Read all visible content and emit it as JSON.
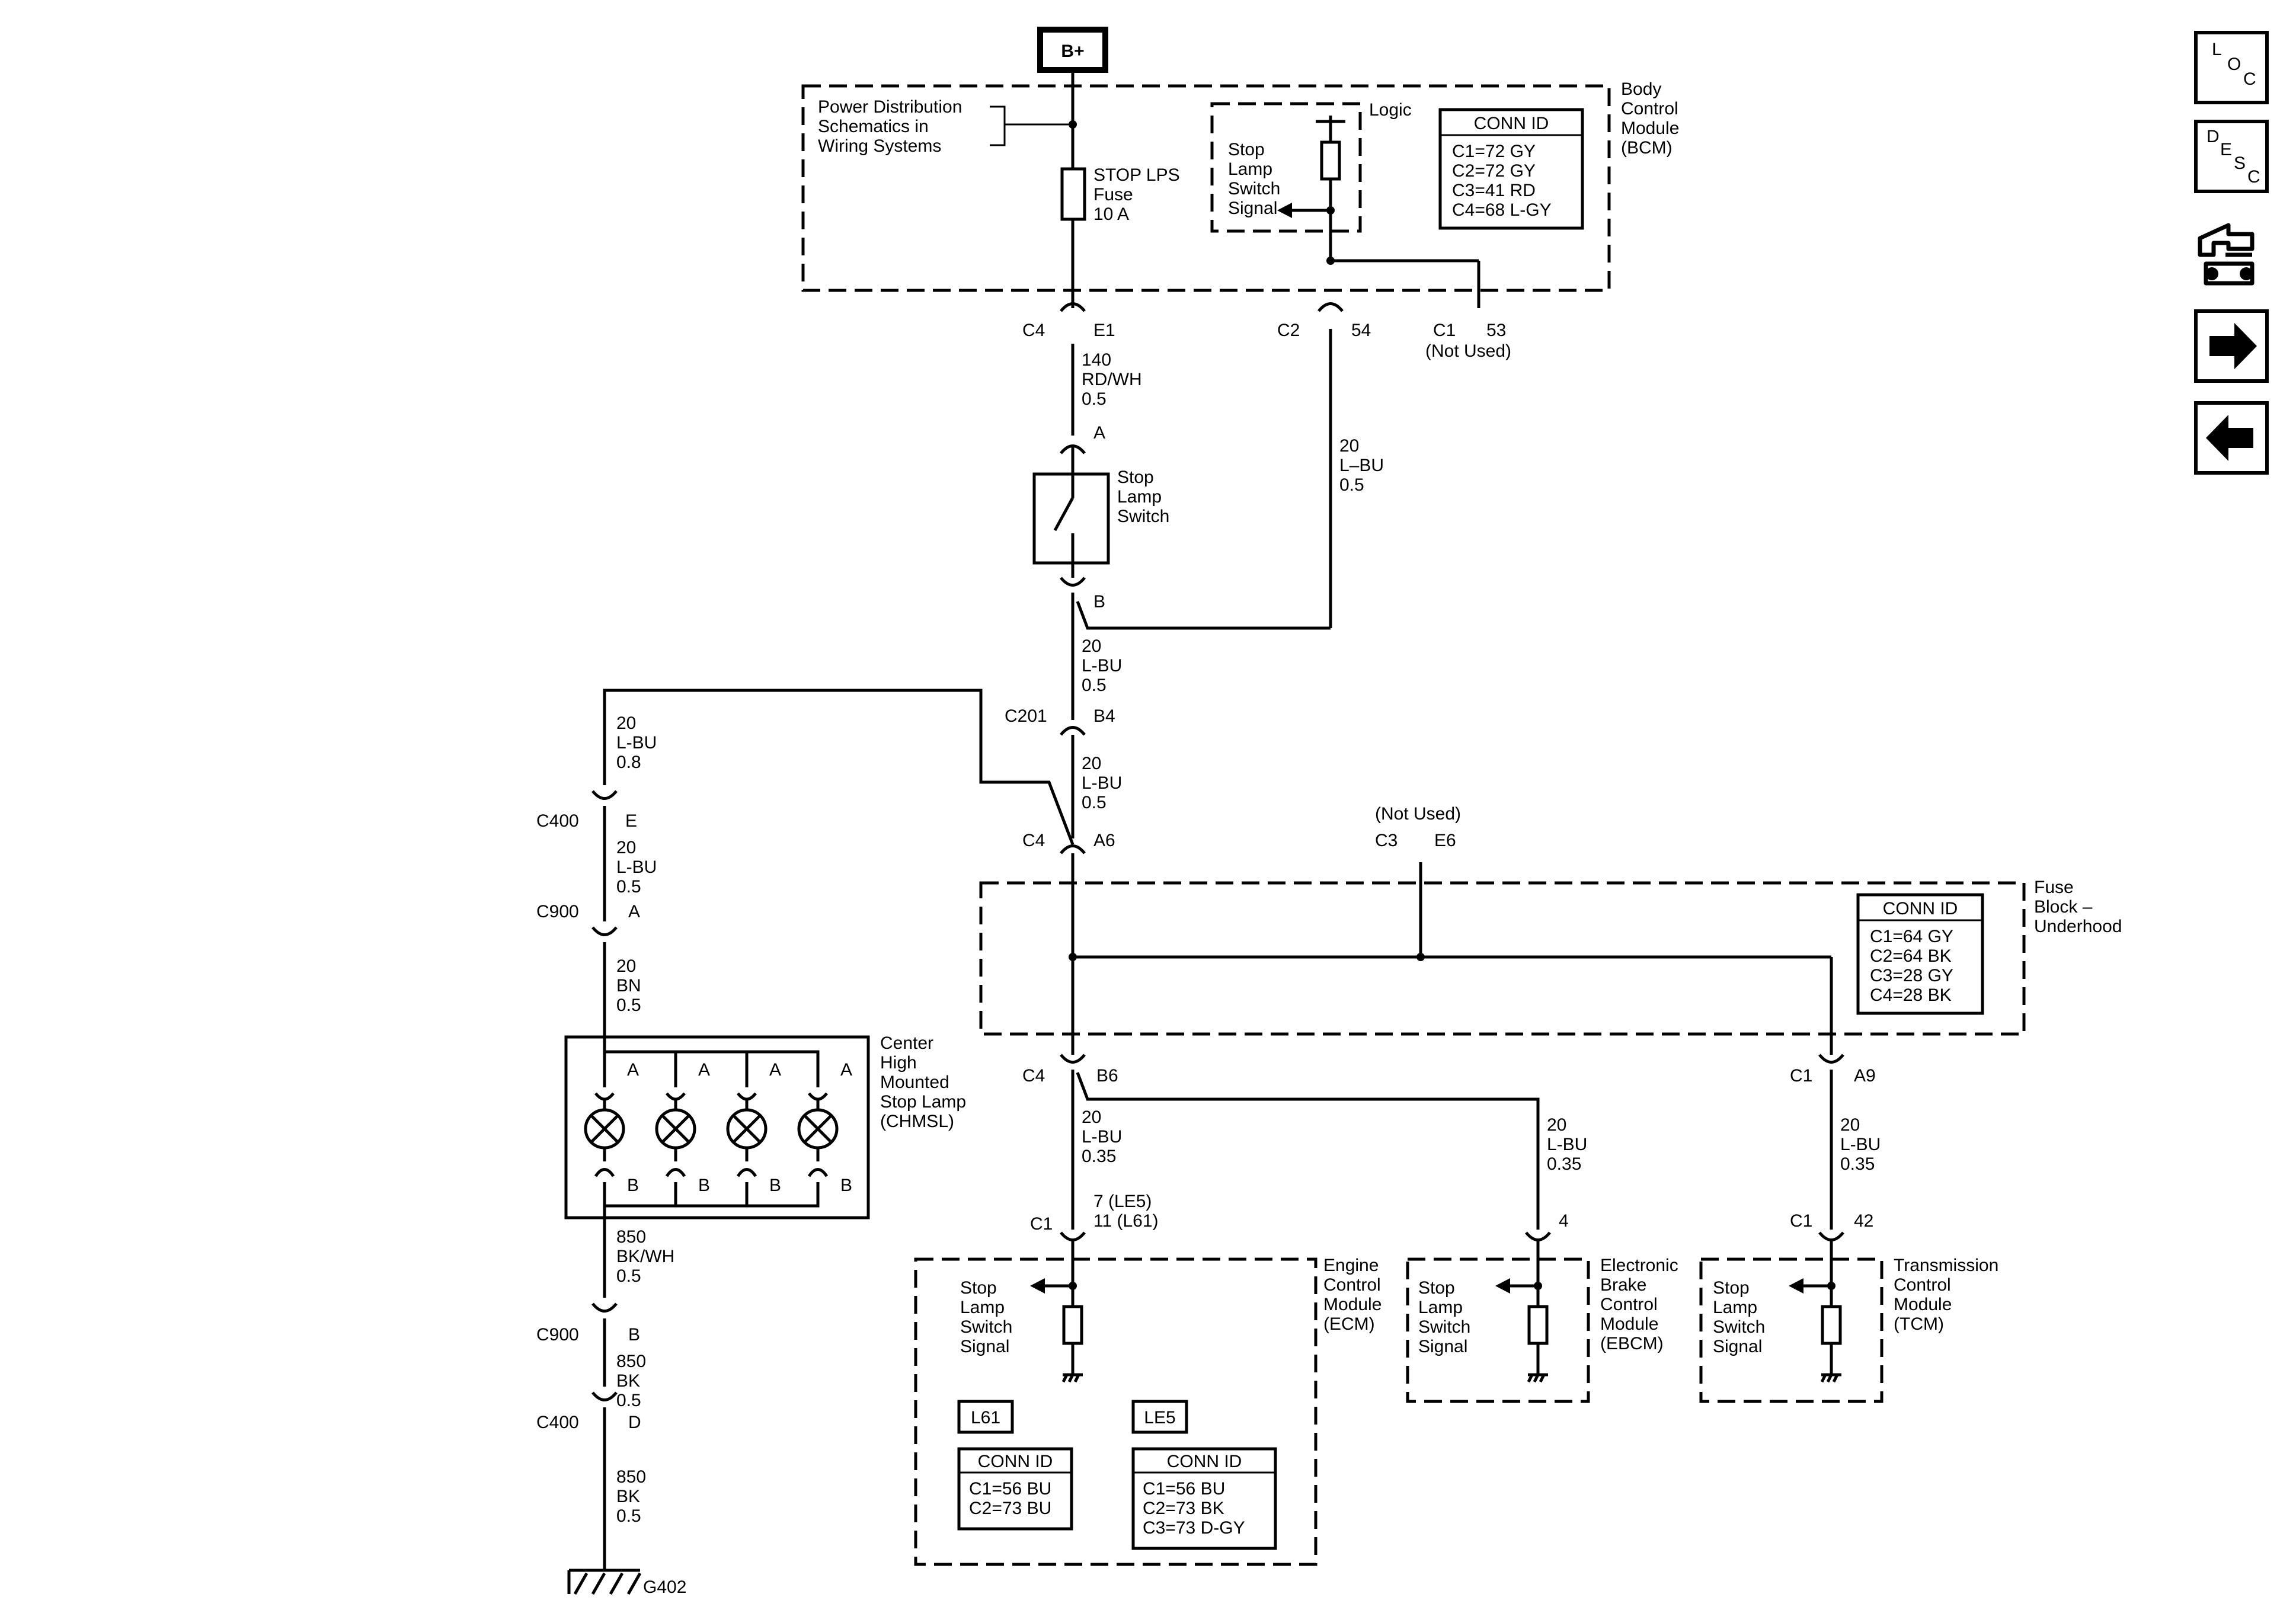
{
  "power": {
    "label": "B+"
  },
  "bcm": {
    "title": [
      "Body",
      "Control",
      "Module",
      "(BCM)"
    ],
    "logic_label": "Logic",
    "power_dist_note": [
      "Power Distribution",
      "Schematics in",
      "Wiring Systems"
    ],
    "fuse": [
      "STOP LPS",
      "Fuse",
      "10 A"
    ],
    "signal": [
      "Stop",
      "Lamp",
      "Switch",
      "Signal"
    ],
    "conn_id": {
      "header": "CONN ID",
      "rows": [
        "C1=72 GY",
        "C2=72 GY",
        "C3=41 RD",
        "C4=68 L-GY"
      ]
    },
    "pin_e1": {
      "conn": "C4",
      "pin": "E1"
    },
    "pin_54": {
      "conn": "C2",
      "pin": "54"
    },
    "pin_53": {
      "conn": "C1",
      "pin": "53",
      "note": "(Not Used)"
    }
  },
  "wires": {
    "bcm_to_switch": [
      "140",
      "RD/WH",
      "0.5"
    ],
    "bcm_signal": [
      "20",
      "L–BU",
      "0.5"
    ],
    "switch_to_c201": [
      "20",
      "L-BU",
      "0.5"
    ],
    "c201_to_fuseblock": [
      "20",
      "L-BU",
      "0.5"
    ],
    "chmsl_feed": [
      "20",
      "L-BU",
      "0.8"
    ],
    "c400_c900": [
      "20",
      "L-BU",
      "0.5"
    ],
    "c900_chmsl": [
      "20",
      "BN",
      "0.5"
    ],
    "chmsl_ground": [
      "850",
      "BK/WH",
      "0.5"
    ],
    "c900_c400_ground": [
      "850",
      "BK",
      "0.5"
    ],
    "c400_g402": [
      "850",
      "BK",
      "0.5"
    ],
    "to_ecm": [
      "20",
      "L-BU",
      "0.35"
    ],
    "to_ebcm": [
      "20",
      "L-BU",
      "0.35"
    ],
    "to_tcm": [
      "20",
      "L-BU",
      "0.35"
    ]
  },
  "switch": {
    "label": [
      "Stop",
      "Lamp",
      "Switch"
    ],
    "pin_a": "A",
    "pin_b": "B"
  },
  "connectors": {
    "c201": {
      "conn": "C201",
      "pin": "B4"
    },
    "c4_a6": {
      "conn": "C4",
      "pin": "A6"
    },
    "c3_e6": {
      "conn": "C3",
      "pin": "E6",
      "note": "(Not Used)"
    },
    "c4_b6": {
      "conn": "C4",
      "pin": "B6"
    },
    "c1_a9": {
      "conn": "C1",
      "pin": "A9"
    },
    "c400_e": {
      "conn": "C400",
      "pin": "E"
    },
    "c900_a": {
      "conn": "C900",
      "pin": "A"
    },
    "c900_b": {
      "conn": "C900",
      "pin": "B"
    },
    "c400_d": {
      "conn": "C400",
      "pin": "D"
    },
    "ground": "G402"
  },
  "fuse_block": {
    "title": [
      "Fuse",
      "Block –",
      "Underhood"
    ],
    "conn_id": {
      "header": "CONN ID",
      "rows": [
        "C1=64 GY",
        "C2=64 BK",
        "C3=28 GY",
        "C4=28 BK"
      ]
    }
  },
  "chmsl": {
    "title": [
      "Center",
      "High",
      "Mounted",
      "Stop Lamp",
      "(CHMSL)"
    ],
    "pin_a": "A",
    "pin_b": "B"
  },
  "ecm": {
    "title": [
      "Engine",
      "Control",
      "Module",
      "(ECM)"
    ],
    "pin": {
      "conn": "C1",
      "pin": [
        "7 (LE5)",
        "11 (L61)"
      ]
    },
    "signal": [
      "Stop",
      "Lamp",
      "Switch",
      "Signal"
    ],
    "l61": {
      "tag": "L61",
      "header": "CONN ID",
      "rows": [
        "C1=56 BU",
        "C2=73 BU"
      ]
    },
    "le5": {
      "tag": "LE5",
      "header": "CONN ID",
      "rows": [
        "C1=56 BU",
        "C2=73 BK",
        "C3=73 D-GY"
      ]
    }
  },
  "ebcm": {
    "title": [
      "Electronic",
      "Brake",
      "Control",
      "Module",
      "(EBCM)"
    ],
    "pin": {
      "conn": "",
      "pin": "4"
    },
    "signal": [
      "Stop",
      "Lamp",
      "Switch",
      "Signal"
    ]
  },
  "tcm": {
    "title": [
      "Transmission",
      "Control",
      "Module",
      "(TCM)"
    ],
    "pin": {
      "conn": "C1",
      "pin": "42"
    },
    "signal": [
      "Stop",
      "Lamp",
      "Switch",
      "Signal"
    ]
  },
  "nav": {
    "loc": [
      "L",
      "O",
      "C"
    ],
    "desc": [
      "D",
      "E",
      "S",
      "C"
    ],
    "icons": [
      "component-view-icon",
      "next-page-arrow-icon",
      "previous-page-arrow-icon"
    ]
  }
}
